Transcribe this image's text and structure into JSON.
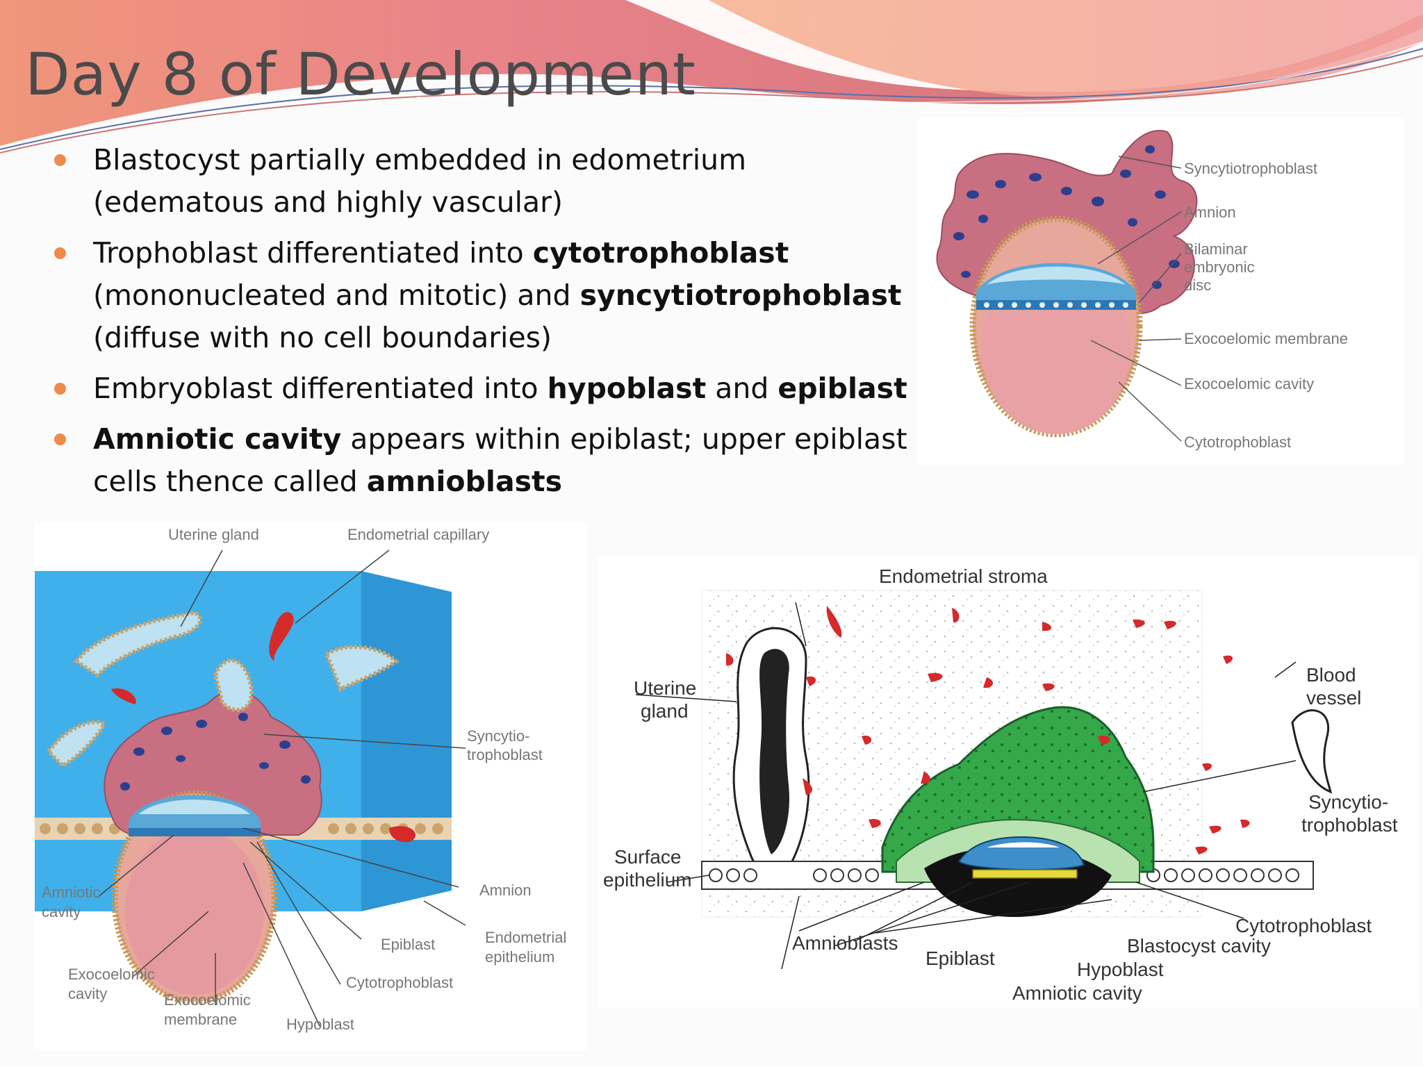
{
  "slide": {
    "title": "Day 8 of Development",
    "bullets": [
      {
        "parts": [
          {
            "text": "Blastocyst partially embedded in edometrium (edematous and highly vascular)",
            "bold": false
          }
        ]
      },
      {
        "parts": [
          {
            "text": "Trophoblast differentiated into ",
            "bold": false
          },
          {
            "text": "cytotrophoblast",
            "bold": true
          },
          {
            "text": " (mononucleated and mitotic) and ",
            "bold": false
          },
          {
            "text": "syncytiotrophoblast",
            "bold": true
          },
          {
            "text": " (diffuse with no cell boundaries)",
            "bold": false
          }
        ]
      },
      {
        "parts": [
          {
            "text": "Embryoblast differentiated into ",
            "bold": false
          },
          {
            "text": "hypoblast",
            "bold": true
          },
          {
            "text": " and ",
            "bold": false
          },
          {
            "text": "epiblast",
            "bold": true
          }
        ]
      },
      {
        "parts": [
          {
            "text": "Amniotic cavity",
            "bold": true
          },
          {
            "text": " appears within epiblast; upper epiblast cells thence called ",
            "bold": false
          },
          {
            "text": "amnioblasts",
            "bold": true
          }
        ]
      }
    ]
  },
  "figure_top_right": {
    "labels": {
      "syncytiotrophoblast": "Syncytiotrophoblast",
      "amnion": "Amnion",
      "bilaminar_1": "Bilaminar",
      "bilaminar_2": "embryonic",
      "bilaminar_3": "disc",
      "exocoelomic_membrane": "Exocoelomic membrane",
      "exocoelomic_cavity": "Exocoelomic cavity",
      "cytotrophoblast": "Cytotrophoblast"
    }
  },
  "figure_bottom_left": {
    "labels": {
      "uterine_gland": "Uterine gland",
      "endometrial_capillary": "Endometrial capillary",
      "syncytio_1": "Syncytio-",
      "syncytio_2": "trophoblast",
      "amnion": "Amnion",
      "amniotic_1": "Amniotic",
      "amniotic_2": "cavity",
      "endometrial_epi_1": "Endometrial",
      "endometrial_epi_2": "epithelium",
      "epiblast": "Epiblast",
      "cytotrophoblast": "Cytotrophoblast",
      "exocoelomic_cavity_1": "Exocoelomic",
      "exocoelomic_cavity_2": "cavity",
      "exocoelomic_membrane_1": "Exocoelomic",
      "exocoelomic_membrane_2": "membrane",
      "hypoblast": "Hypoblast"
    }
  },
  "figure_bottom_right": {
    "labels": {
      "endometrial_stroma": "Endometrial stroma",
      "uterine_gland_1": "Uterine",
      "uterine_gland_2": "gland",
      "blood_vessel_1": "Blood",
      "blood_vessel_2": "vessel",
      "syncytio_1": "Syncytio-",
      "syncytio_2": "trophoblast",
      "surface_epi_1": "Surface",
      "surface_epi_2": "epithelium",
      "cytotrophoblast": "Cytotrophoblast",
      "amnioblasts": "Amnioblasts",
      "epiblast": "Epiblast",
      "blastocyst_cavity": "Blastocyst cavity",
      "hypoblast": "Hypoblast",
      "amniotic_cavity": "Amniotic cavity"
    }
  },
  "colors": {
    "title_text": "#4a4a4a",
    "bullet_dot": "#f08a4b",
    "wave_primary": "#e07a6e",
    "wave_secondary": "#f4a882"
  }
}
